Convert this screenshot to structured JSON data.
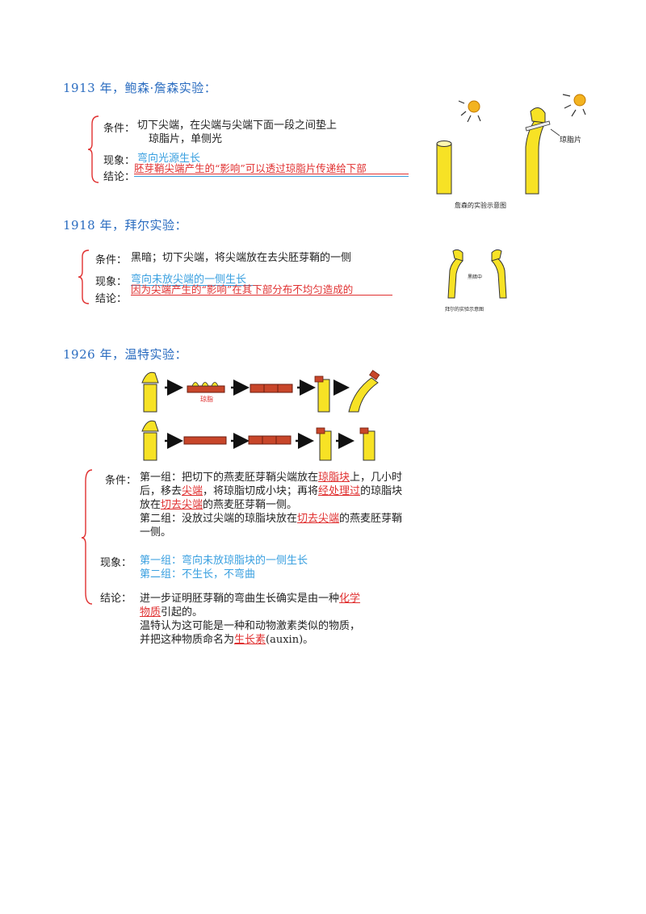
{
  "section1": {
    "heading": "1913 年，鲍森·詹森实验：",
    "condition_label": "条件：",
    "condition_line1": "切下尖端，在尖端与尖端下面一段之间垫上",
    "condition_line2": "琼脂片，单侧光",
    "phenomenon_label": "现象：",
    "phenomenon": "弯向光源生长",
    "conclusion_label": "结论：",
    "conclusion": "胚芽鞘尖端产生的“影响”可以透过琼脂片传递给下部",
    "fig_agar_label": "琼脂片",
    "fig_caption": "詹森的实验示意图"
  },
  "section2": {
    "heading": "1918 年，拜尔实验：",
    "condition_label": "条件：",
    "condition": "黑暗；切下尖端，将尖端放在去尖胚芽鞘的一侧",
    "phenomenon_label": "现象：",
    "phenomenon": "弯向未放尖端的一侧生长",
    "conclusion_label": "结论：",
    "conclusion": "因为尖端产生的“影响”在其下部分布不均匀造成的",
    "fig_dark_label": "黑暗中",
    "fig_caption": "拜尔的实验示意图"
  },
  "section3": {
    "heading": "1926 年，温特实验：",
    "fig_agar_label": "琼脂",
    "condition_label": "条件：",
    "cond_p1": "第一组：把切下的燕麦胚芽鞘尖端放在",
    "cond_u1": "琼脂块",
    "cond_p2": "上，几小时后，移去",
    "cond_u2": "尖端",
    "cond_p3": "，将琼脂切成小块；再将",
    "cond_u3": "经处理过",
    "cond_p4": "的琼脂块放在",
    "cond_u4": "切去尖端",
    "cond_p5": "的燕麦胚芽鞘一侧。",
    "cond2_p1": "第二组：没放过尖端的琼脂块放在",
    "cond2_u1": "切去尖端",
    "cond2_p2": "的燕麦胚芽鞘一侧。",
    "phenomenon_label": "现象：",
    "phenomenon1": "第一组：弯向未放琼脂块的一侧生长",
    "phenomenon2": "第二组：不生长，不弯曲",
    "conclusion_label": "结论：",
    "concl_p1": "进一步证明胚芽鞘的弯曲生长确实是由一种",
    "concl_u1": "化学物质",
    "concl_p2": "引起的。",
    "concl_p3": "温特认为这可能是一种和动物激素类似的物质，并把这种物质命名为",
    "concl_u2": "生长素",
    "concl_p4": "(auxin)。"
  }
}
